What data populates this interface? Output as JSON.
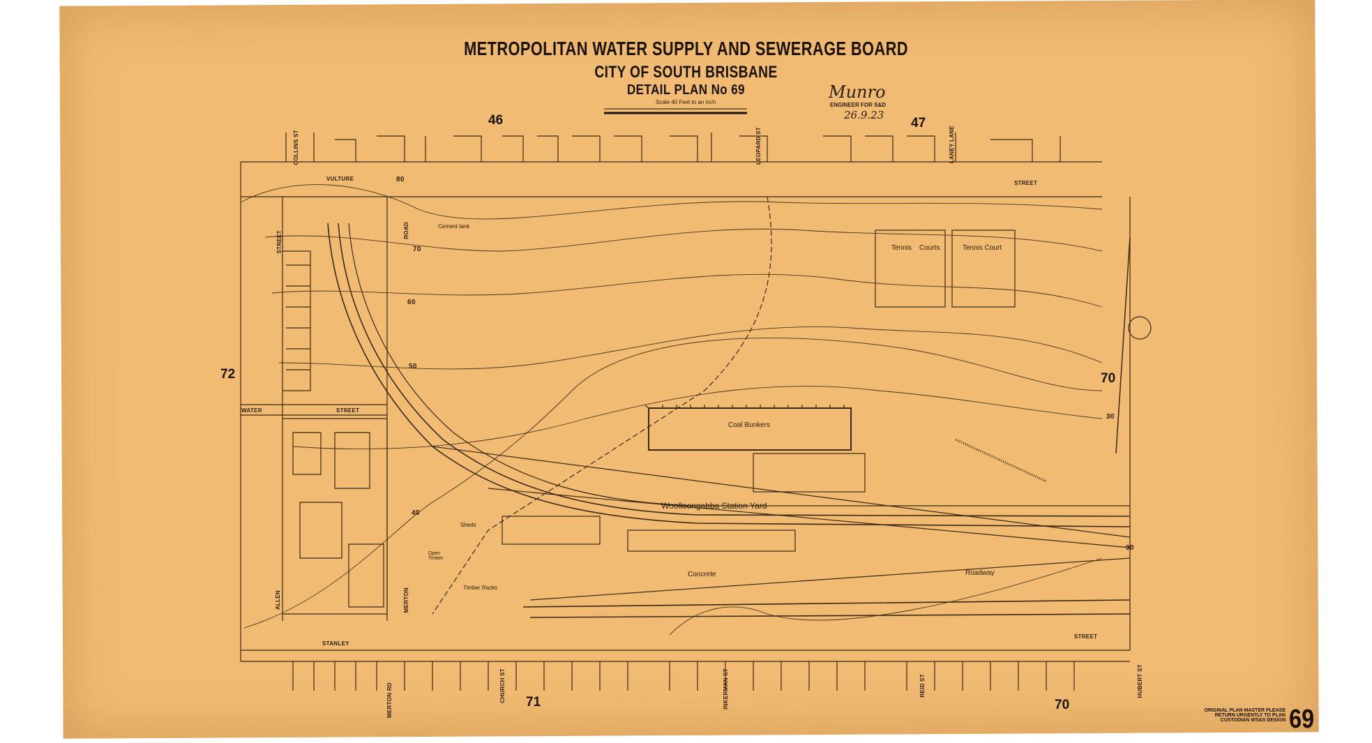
{
  "titles": {
    "board": "METROPOLITAN WATER SUPPLY AND SEWERAGE BOARD",
    "city": "CITY OF SOUTH BRISBANE",
    "plan": "DETAIL PLAN No 69"
  },
  "scale_text": "Scale 40 Feet to an inch",
  "engineer": "ENGINEER FOR S&D",
  "signature": "Munro",
  "date": "26.9.23",
  "adjacent_plans": {
    "north_left": "46",
    "north_right": "47",
    "west": "72",
    "east": "70",
    "south_left": "71",
    "south_right": "70"
  },
  "streets": {
    "vulture": "VULTURE",
    "street_ne": "STREET",
    "collins": "COLLINS ST",
    "leopard": "LEOPARD ST",
    "laney_lane": "LANEY LANE",
    "street_w": "STREET",
    "road": "ROAD",
    "water": "WATER",
    "street_water": "STREET",
    "allen": "ALLEN",
    "merton": "MERTON",
    "stanley": "STANLEY",
    "street_se": "STREET",
    "merton_rd": "MERTON RD",
    "church": "CHURCH ST",
    "inkerman": "INKERMAN ST",
    "reid": "REID ST",
    "hubert": "HUBERT ST"
  },
  "areas": {
    "cement_tank": "Cement tank",
    "tennis_left": "Tennis",
    "tennis_courts": "Courts",
    "tennis_court": "Tennis Court",
    "coal_bunkers": "Coal Bunkers",
    "station_yard": "Woolloongabba Station Yard",
    "sheds": "Sheds",
    "open_timber": "Open Timber",
    "timber_racks": "Timber Racks",
    "concrete": "Concrete",
    "roadway": "Roadway"
  },
  "contours": [
    "80",
    "70",
    "60",
    "50",
    "40",
    "30",
    "90"
  ],
  "master_note": "ORIGINAL PLAN MASTER PLEASE RETURN URGENTLY TO PLAN CUSTODIAN WS&S DESIGN",
  "plan_number": "69",
  "colors": {
    "paper": "#f1bb73",
    "ink": "#2a1c0a"
  }
}
